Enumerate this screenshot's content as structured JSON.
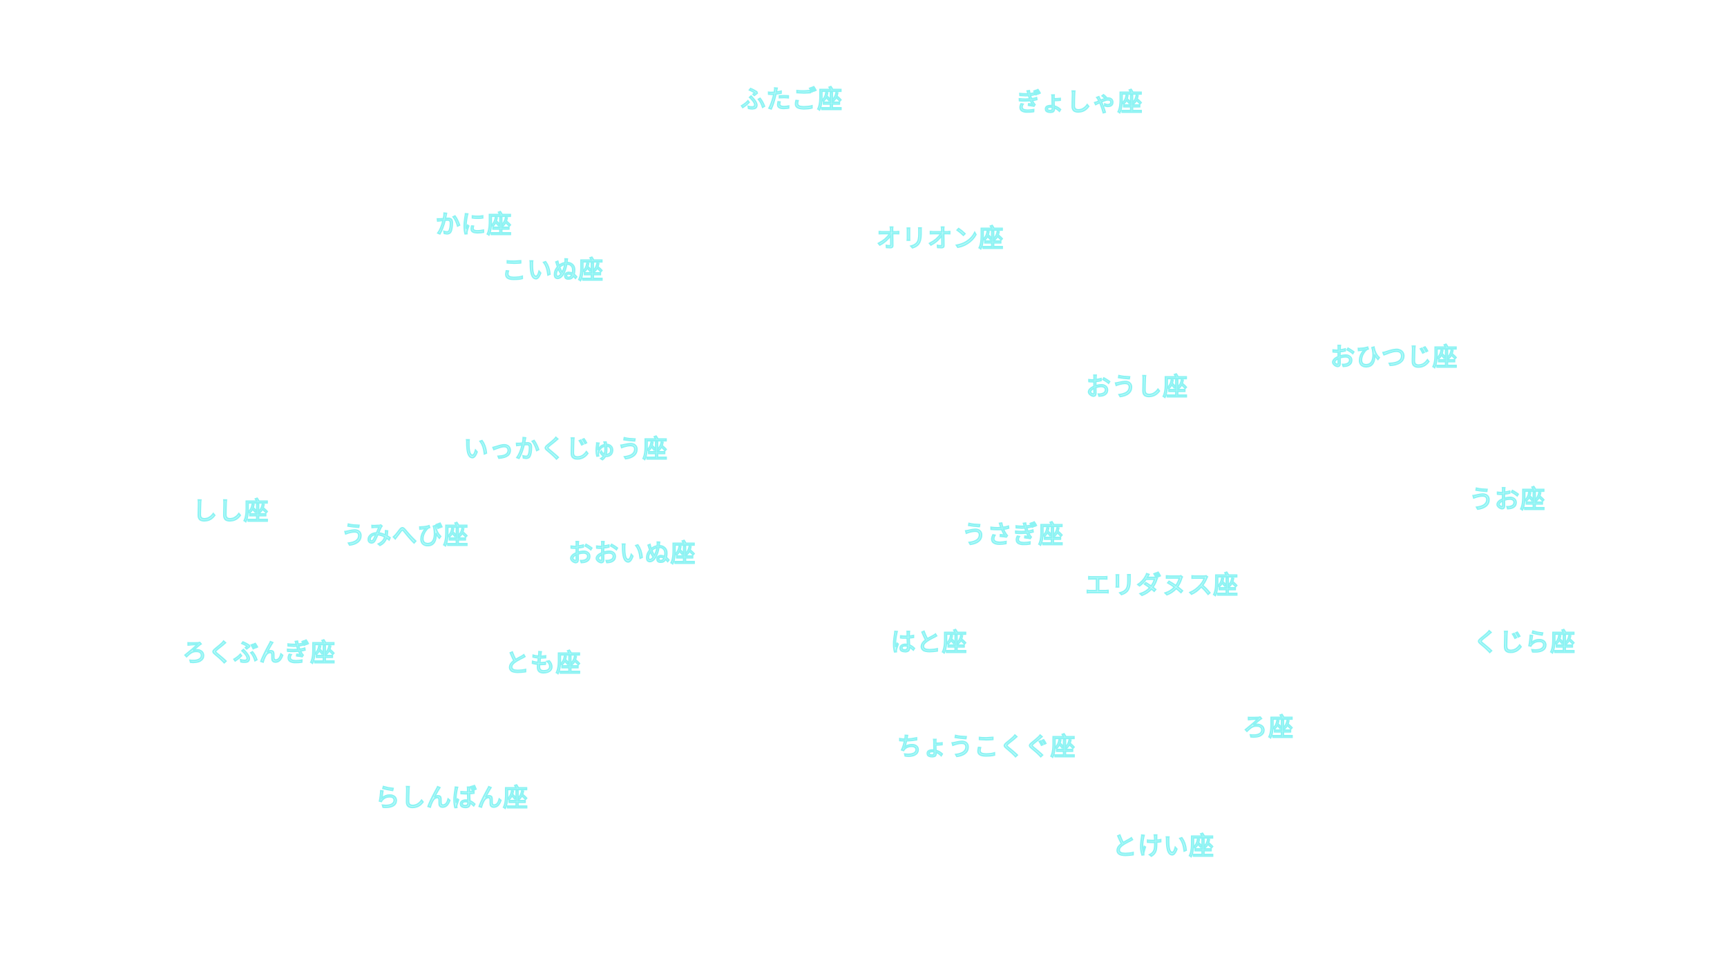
{
  "constellations": {
    "futago": "ふたご座",
    "gyosha": "ぎょしゃ座",
    "kani": "かに座",
    "orion": "オリオン座",
    "koinu": "こいぬ座",
    "ohitsuji": "おひつじ座",
    "oushi": "おうし座",
    "ikkaku": "いっかくじゅう座",
    "uo": "うお座",
    "shishi": "しし座",
    "umihebi": "うみへび座",
    "usagi": "うさぎ座",
    "ooinu": "おおいぬ座",
    "eridanus": "エリダヌス座",
    "hato": "はと座",
    "kujira": "くじら座",
    "rokubungi": "ろくぶんぎ座",
    "tomo": "とも座",
    "ro": "ろ座",
    "chokoku": "ちょうこくぐ座",
    "rashinban": "らしんばん座",
    "tokei": "とけい座"
  },
  "colors": {
    "label_fill": "#c8fbfb",
    "label_stroke": "#8cf3f3",
    "background": "#ffffff"
  }
}
